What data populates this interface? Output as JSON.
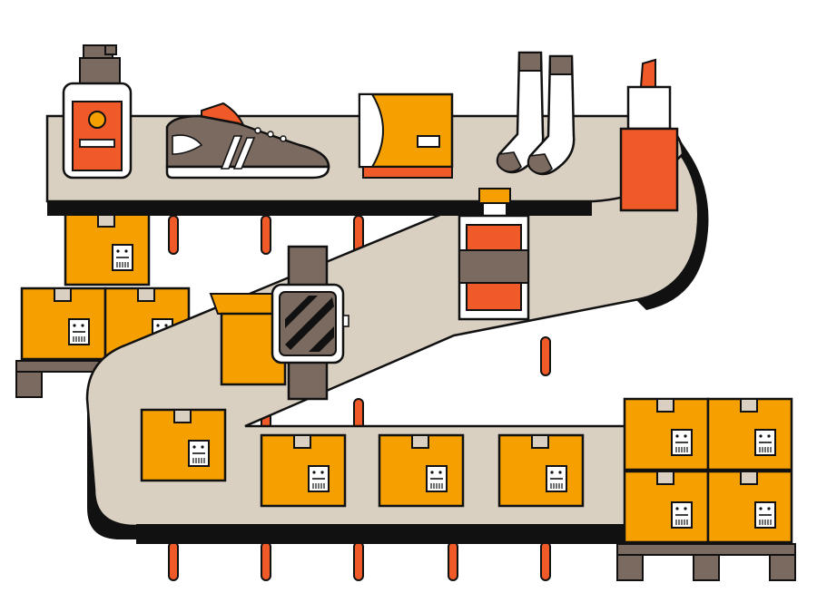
{
  "scene": {
    "title": "",
    "colors": {
      "outline": "#111111",
      "belt": "#d9d0c2",
      "orange": "#f5a000",
      "red_orange": "#ef5a28",
      "brown": "#7a6a60",
      "white": "#ffffff",
      "tape": "#d9d0c2"
    },
    "items_on_belt": [
      {
        "name": "soap-pump-bottle",
        "icon": "pump-bottle-icon"
      },
      {
        "name": "sneaker",
        "icon": "sneaker-icon"
      },
      {
        "name": "shoe-box",
        "icon": "box-icon"
      },
      {
        "name": "socks",
        "icon": "socks-icon"
      },
      {
        "name": "lipstick",
        "icon": "lipstick-icon"
      },
      {
        "name": "perfume-bottle",
        "icon": "perfume-icon"
      },
      {
        "name": "smartwatch",
        "icon": "watch-icon"
      },
      {
        "name": "open-box",
        "icon": "open-box-icon"
      }
    ],
    "boxes_on_belt": 4,
    "pallets": 2
  }
}
